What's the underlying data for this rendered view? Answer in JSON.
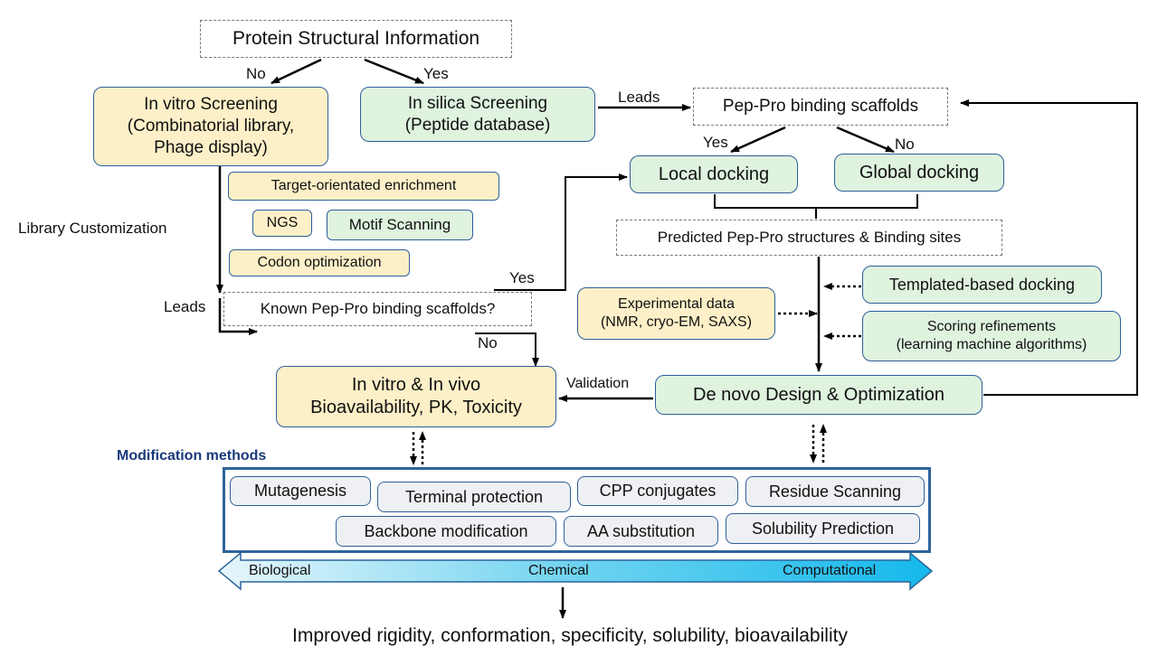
{
  "nodes": {
    "protein_info": "Protein Structural Information",
    "in_vitro_screening": "In vitro Screening\n(Combinatorial library,\nPhage display)",
    "in_silica_screening": "In silica Screening\n(Peptide database)",
    "binding_scaffolds": "Pep-Pro binding scaffolds",
    "local_docking": "Local docking",
    "global_docking": "Global docking",
    "target_enrichment": "Target-orientated enrichment",
    "ngs": "NGS",
    "motif_scanning": "Motif Scanning",
    "codon_optimization": "Codon optimization",
    "predicted_structures": "Predicted Pep-Pro structures & Binding sites",
    "known_scaffolds": "Known Pep-Pro binding scaffolds?",
    "templated_docking": "Templated-based docking",
    "experimental_data": "Experimental data\n(NMR, cryo-EM, SAXS)",
    "scoring_refinements": "Scoring refinements\n(learning machine algorithms)",
    "in_vivo": "In vitro & In vivo\nBioavailability, PK, Toxicity",
    "de_novo": "De novo Design & Optimization"
  },
  "edge_labels": {
    "no_top": "No",
    "yes_top": "Yes",
    "leads_right": "Leads",
    "yes_scaffold": "Yes",
    "no_scaffold": "No",
    "library_customization": "Library Customization",
    "leads_left": "Leads",
    "yes_known": "Yes",
    "no_known": "No",
    "validation": "Validation"
  },
  "modification": {
    "title": "Modification methods",
    "methods": [
      "Mutagenesis",
      "Terminal protection",
      "CPP conjugates",
      "Residue Scanning",
      "Backbone modification",
      "AA substitution",
      "Solubility Prediction"
    ]
  },
  "spectrum": {
    "left": "Biological",
    "middle": "Chemical",
    "right": "Computational"
  },
  "outcome": "Improved rigidity, conformation, specificity, solubility, bioavailability",
  "colors": {
    "yellow_fill": "#fdf0c8",
    "green_fill": "#dff3df",
    "grey_fill": "#eef0f3",
    "border_blue": "#2f5f9a",
    "title_navy": "#1a3a7a"
  }
}
